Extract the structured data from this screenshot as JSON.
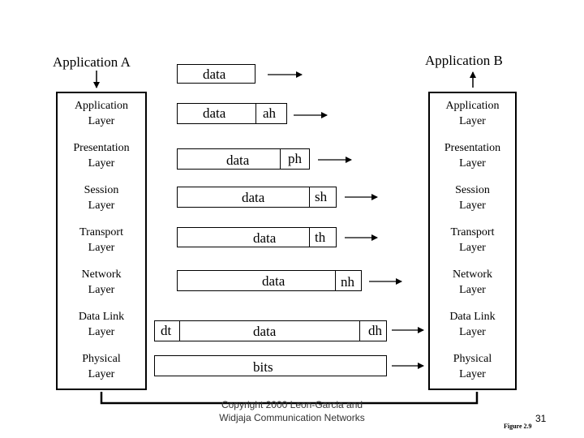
{
  "app_a": "Application A",
  "app_b": "Application B",
  "layers_left": [
    [
      "Application",
      "Layer"
    ],
    [
      "Presentation",
      "Layer"
    ],
    [
      "Session",
      "Layer"
    ],
    [
      "Transport",
      "Layer"
    ],
    [
      "Network",
      "Layer"
    ],
    [
      "Data Link",
      "Layer"
    ],
    [
      "Physical",
      "Layer"
    ]
  ],
  "layers_right": [
    [
      "Application",
      "Layer"
    ],
    [
      "Presentation",
      "Layer"
    ],
    [
      "Session",
      "Layer"
    ],
    [
      "Transport",
      "Layer"
    ],
    [
      "Network",
      "Layer"
    ],
    [
      "Data Link",
      "Layer"
    ],
    [
      "Physical",
      "Layer"
    ]
  ],
  "packets": {
    "data_label": "data",
    "ah": "ah",
    "ph": "ph",
    "sh": "sh",
    "th": "th",
    "nh": "nh",
    "dh": "dh",
    "dt": "dt",
    "bits": "bits"
  },
  "footer": {
    "line1": "Copyright 2000 Leon-Garcia and",
    "line2": "Widjaja  Communication Networks"
  },
  "page_number": "31",
  "figure_label": "Figure 2.9"
}
